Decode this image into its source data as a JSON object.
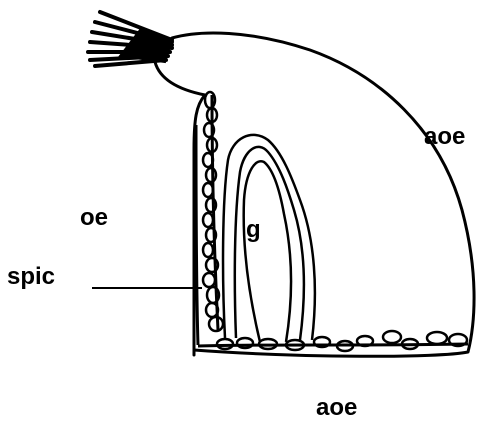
{
  "labels": {
    "aoe_right": "aoe",
    "oe": "oe",
    "g": "g",
    "spic": "spic",
    "aoe_bottom": "aoe"
  },
  "colors": {
    "ink": "#000000",
    "background": "#ffffff"
  }
}
